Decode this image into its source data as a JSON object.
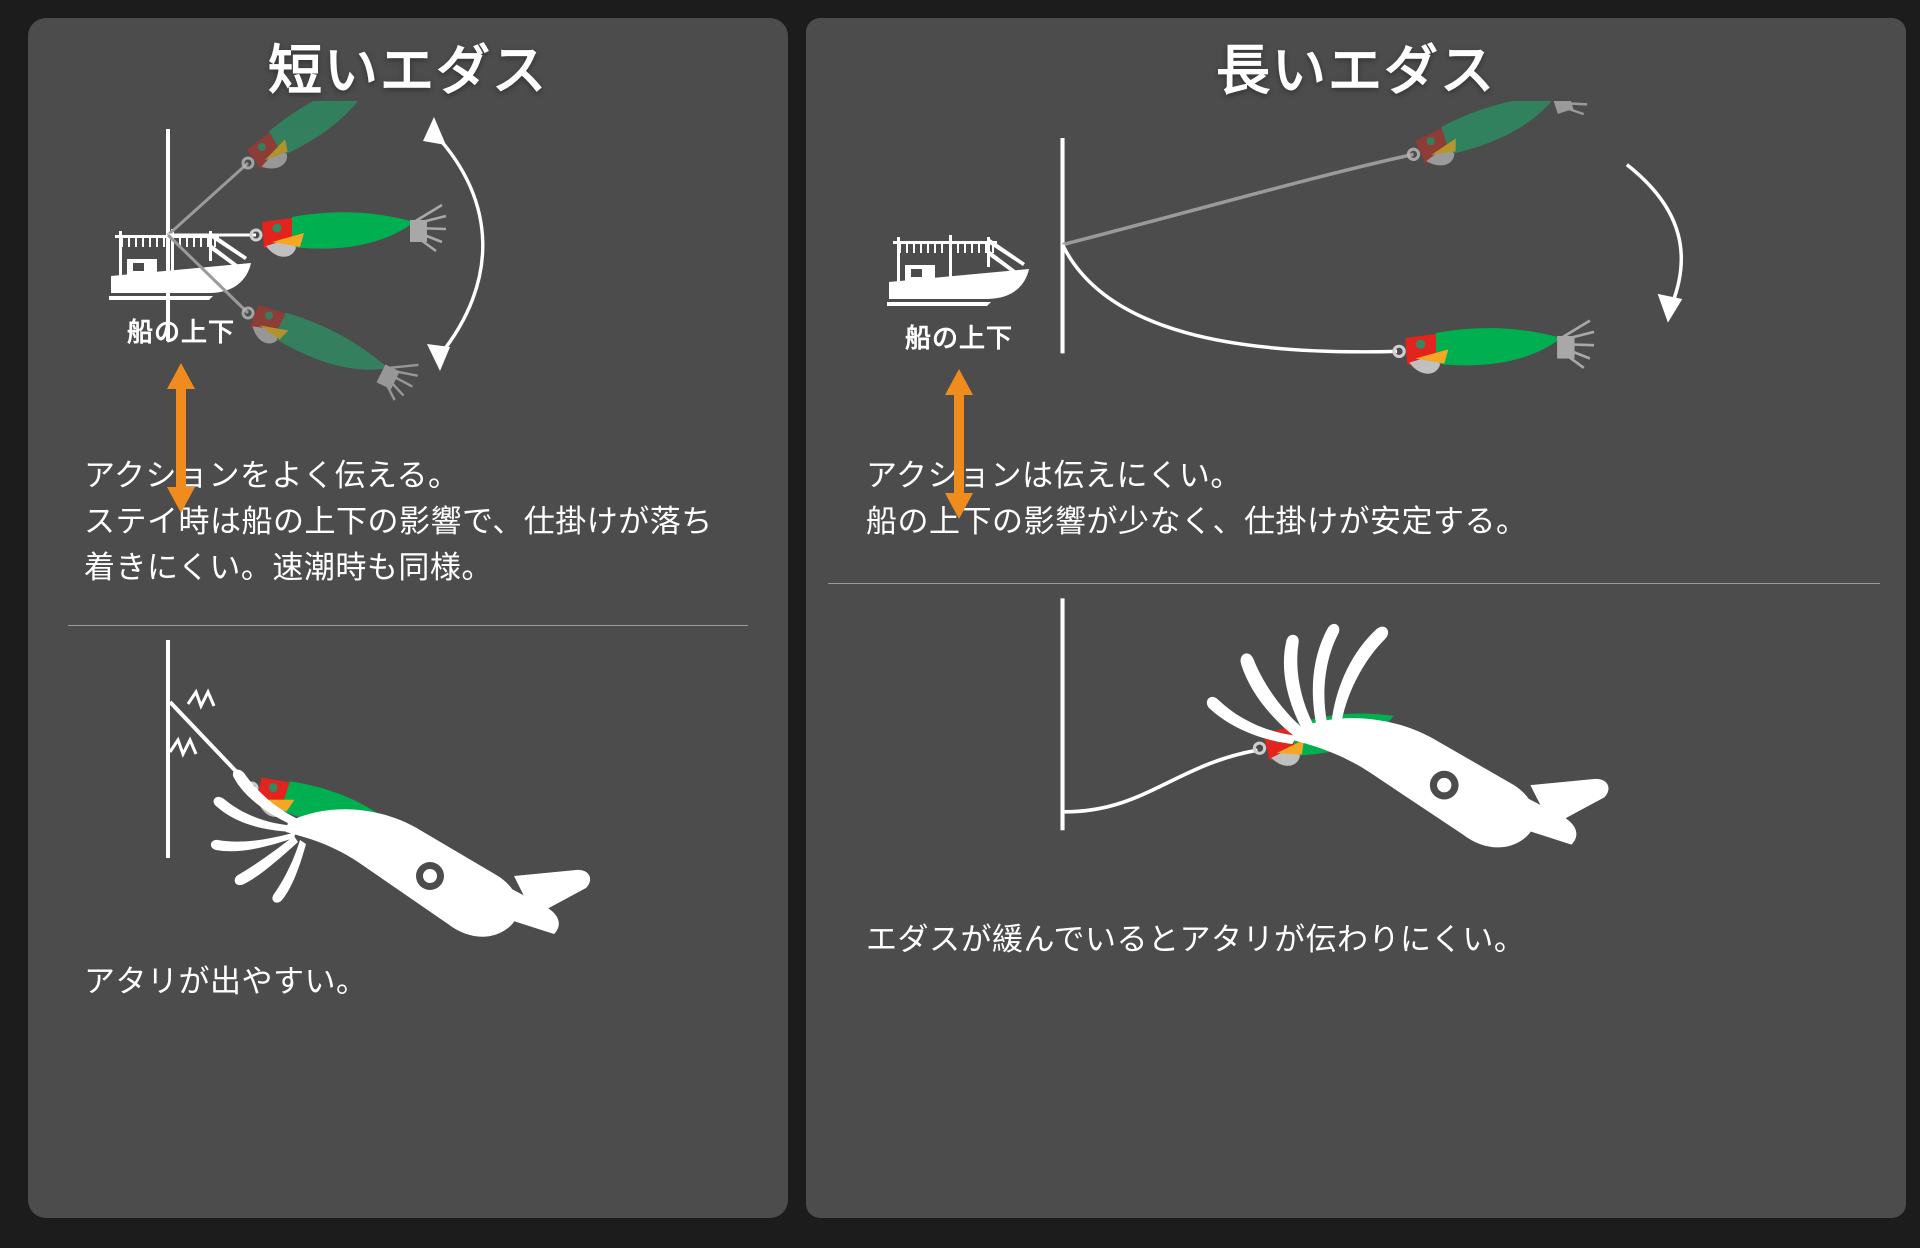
{
  "meta": {
    "background_color": "#1c1c1c",
    "panel_color": "#4c4c4c",
    "text_color": "#ffffff",
    "accent_orange": "#F08C1E",
    "line_white": "#ffffff",
    "line_gray": "#9a9a9a",
    "squid_jig_red": "#e3231d",
    "squid_jig_darkred": "#9c3a33",
    "squid_jig_green": "#00b050",
    "squid_jig_darkgreen": "#2e8b62",
    "squid_jig_orange": "#f5a623",
    "squid_jig_gray": "#a8a8a8"
  },
  "panels": [
    {
      "id": "short-edasu",
      "title": "短いエダス",
      "boat": {
        "icon": "squid-fishing-boat-icon",
        "caption": "船の上下",
        "arrow": "up-down-arrow-icon"
      },
      "body_text": "アクションをよく伝える。\nステイ時は船の上下の影響で、仕掛けが落ち着きにくい。速潮時も同様。",
      "body_lines": [
        "アクションをよく伝える。",
        "ステイ時は船の上下の影響で、仕掛けが落ち",
        "着きにくい。速潮時も同様。"
      ],
      "caption_text": "アタリが出やすい。",
      "top_scene": {
        "description": "short-dropper-arc",
        "jig_count": 3,
        "jig_positions": [
          "upper",
          "middle",
          "lower"
        ],
        "arc_arrow": "double-headed-arc-arrow"
      },
      "bottom_scene": {
        "description": "squid-bite-taut-line",
        "vibration_marks": 2,
        "squid": "squid-grabbing-jig"
      }
    },
    {
      "id": "long-edasu",
      "title": "長いエダス",
      "boat": {
        "icon": "squid-fishing-boat-icon",
        "caption": "船の上下",
        "arrow": "up-down-arrow-icon"
      },
      "body_text": "アクションは伝えにくい。\n船の上下の影響が少なく、仕掛けが安定する。",
      "body_lines": [
        "アクションは伝えにくい。",
        "船の上下の影響が少なく、仕掛けが安定する。"
      ],
      "caption_text": "エダスが緩んでいるとアタリが伝わりにくい。",
      "top_scene": {
        "description": "long-dropper-slack-curve",
        "jig_count": 2,
        "jig_positions": [
          "upper",
          "lower"
        ],
        "arc_arrow": "single-curved-down-arrow"
      },
      "bottom_scene": {
        "description": "squid-bite-slack-line",
        "vibration_marks": 0,
        "squid": "squid-grabbing-jig"
      }
    }
  ]
}
